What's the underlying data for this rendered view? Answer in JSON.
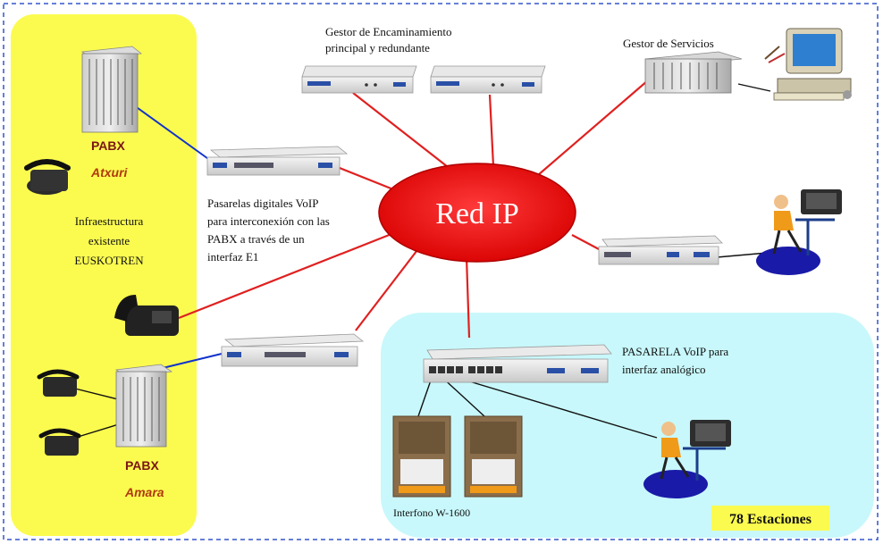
{
  "diagram": {
    "cloud_label": "Red IP",
    "routing_manager_label": [
      "Gestor de Encaminamiento",
      "principal y redundante"
    ],
    "services_manager_label": "Gestor de Servicios",
    "pabx_top": {
      "title": "PABX",
      "name": "Atxuri"
    },
    "pabx_bottom": {
      "title": "PABX",
      "name": "Amara"
    },
    "infrastructure_label": [
      "Infraestructura",
      "existente",
      "EUSKOTREN"
    ],
    "digital_gateways_label": [
      "Pasarelas digitales VoIP",
      "para interconexión con las",
      "PABX a través de un",
      "interfaz E1"
    ],
    "analog_gateway_label": [
      "PASARELA VoIP para",
      "interfaz analógico"
    ],
    "intercom_label": "Interfono W-1600",
    "stations_label": "78 Estaciones",
    "colors": {
      "yellow_zone": "#fbfb4f",
      "cyan_zone": "#c8f8fb",
      "cloud": "#ee1111",
      "red_link": "#e02020",
      "blue_link": "#1133cc",
      "border": "#3355cc"
    },
    "icons": [
      "pabx-cabinet-icon",
      "telephone-icon",
      "voip-gateway-icon",
      "server-rack-icon",
      "workstation-icon",
      "operator-icon",
      "intercom-icon"
    ]
  }
}
